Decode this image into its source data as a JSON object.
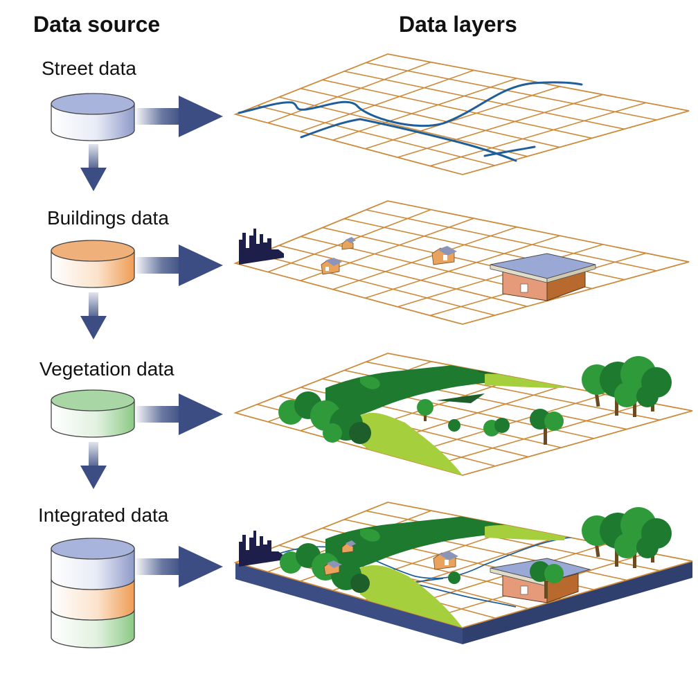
{
  "headers": {
    "source": "Data source",
    "layers": "Data layers"
  },
  "sources": [
    {
      "id": "street",
      "label": "Street data",
      "color": "#a9b4dd"
    },
    {
      "id": "buildings",
      "label": "Buildings data",
      "color": "#f0b07a"
    },
    {
      "id": "vegetation",
      "label": "Vegetation data",
      "color": "#a9d6a5"
    },
    {
      "id": "integrated",
      "label": "Integrated data",
      "colors": [
        "#a9b4dd",
        "#f0b07a",
        "#a9d6a5"
      ]
    }
  ],
  "colors": {
    "arrow": "#3b4d82",
    "grid": "#cc8a3a",
    "street": "#1f5e98",
    "base": "#3b4d82",
    "tree_dark": "#1e7a2e",
    "tree_mid": "#2f9a3a",
    "tree_light": "#a5cf3c"
  }
}
